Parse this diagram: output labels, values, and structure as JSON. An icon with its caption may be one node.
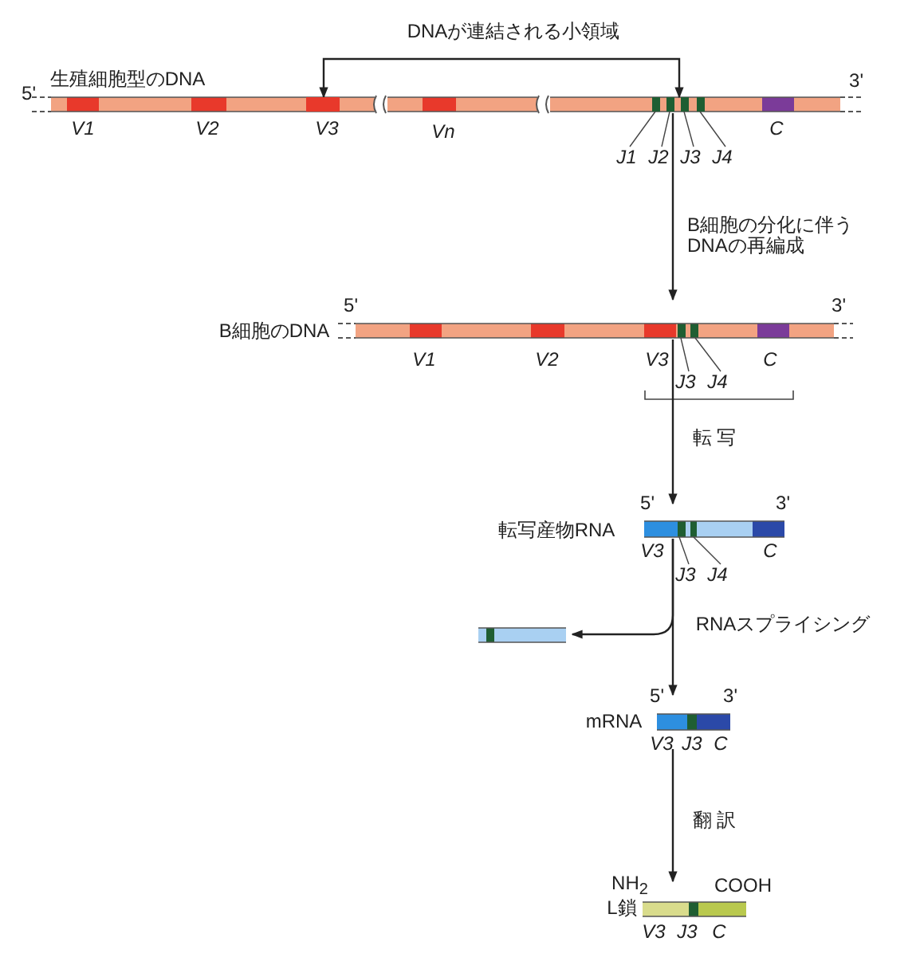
{
  "diagram": {
    "nodes": [
      {
        "text": [
          "生殖細胞型のDNA"
        ],
        "beside": [
          "5'",
          "V1",
          "V2",
          "V3",
          "Vn",
          "C",
          "3'"
        ]
      },
      {
        "text": [],
        "shape": "bar",
        "in": 0
      },
      {
        "text": [],
        "shape": "bar",
        "in": 0
      },
      {
        "text": [
          "J1"
        ]
      },
      {
        "text": [
          "J2"
        ]
      },
      {
        "text": [
          "J3"
        ]
      },
      {
        "text": [
          "J4"
        ]
      },
      {
        "text": [
          "B細胞のDNA"
        ],
        "beside": [
          "5'",
          "V1",
          "V2",
          "V3",
          "C",
          "3'"
        ]
      },
      {
        "text": [
          "J3"
        ]
      },
      {
        "text": [
          "J4"
        ]
      },
      {
        "text": [
          "転写産物RNA"
        ],
        "beside": [
          "5'",
          "V3",
          "C",
          "3'"
        ]
      },
      {
        "text": [
          "J3"
        ]
      },
      {
        "text": [
          "J4"
        ]
      },
      {
        "text": [],
        "shape": "bar"
      },
      {
        "text": [
          "mRNA"
        ],
        "beside": [
          "5'",
          "V3",
          "J3",
          "C",
          "3'"
        ]
      },
      {
        "text": [
          "L鎖"
        ],
        "beside": [
          "NH$_{2}$",
          "V3",
          "J3",
          "C",
          "COOH"
        ]
      }
    ],
    "edges": [
      {
        "from": 1,
        "to": 2,
        "arrow": "both",
        "label": "DNAが連結される小領域"
      },
      {
        "from": 0,
        "to": 7,
        "arrow": "to",
        "label": "B細胞の分化に伴うDNAの再編成"
      },
      {
        "from": 7,
        "to": 10,
        "arrow": "to",
        "label": "転 写"
      },
      {
        "from": 10,
        "to": 14,
        "arrow": "to",
        "label": "RNAスプライシング"
      },
      {
        "from": 10,
        "to": 13,
        "arrow": "to"
      },
      {
        "from": 14,
        "to": 15,
        "arrow": "to",
        "label": "翻 訳"
      },
      {
        "from": 3,
        "to": 2,
        "arrow": "none"
      },
      {
        "from": 4,
        "to": 2,
        "arrow": "none"
      },
      {
        "from": 5,
        "to": 2,
        "arrow": "none"
      },
      {
        "from": 6,
        "to": 2,
        "arrow": "none"
      },
      {
        "from": 8,
        "to": 7,
        "arrow": "none"
      },
      {
        "from": 9,
        "to": 7,
        "arrow": "none"
      },
      {
        "from": 11,
        "to": 10,
        "arrow": "none"
      },
      {
        "from": 12,
        "to": 10,
        "arrow": "none"
      }
    ]
  }
}
